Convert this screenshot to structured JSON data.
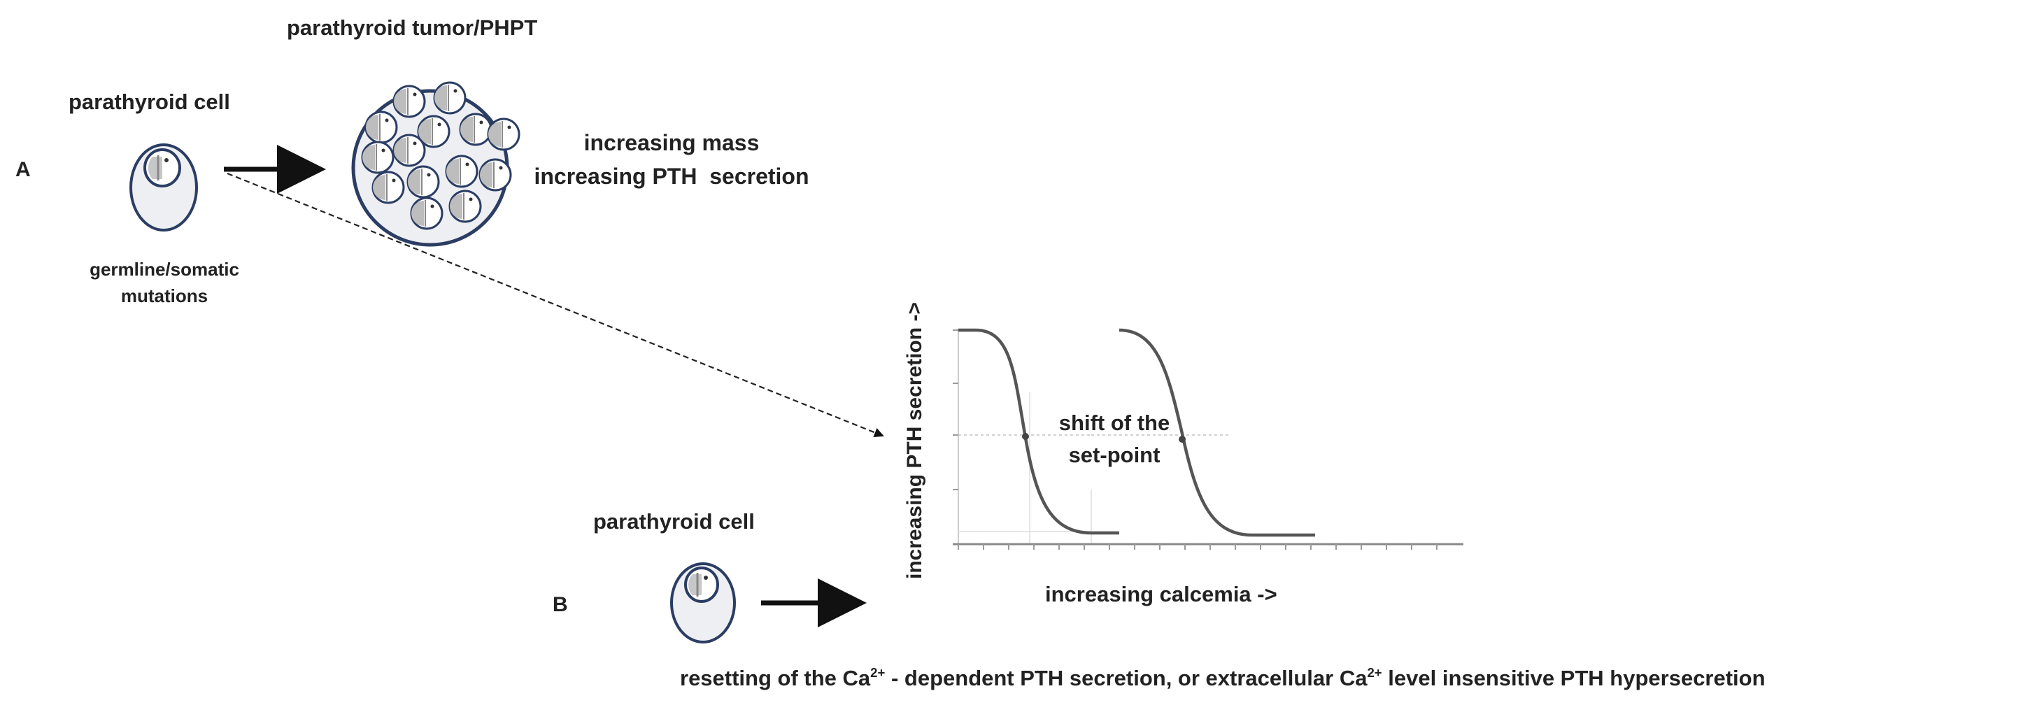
{
  "panel_a": {
    "letter": "A",
    "cell_label": "parathyroid cell",
    "mutation_label_line1": "germline/somatic",
    "mutation_label_line2": "mutations",
    "tumor_label": "parathyroid tumor/PHPT",
    "effect_line1": "increasing mass",
    "effect_line2": "increasing PTH  secretion"
  },
  "panel_b": {
    "letter": "B",
    "cell_label": "parathyroid cell",
    "caption_part1": "resetting of the Ca",
    "caption_sup1": "2+",
    "caption_part2": " - dependent PTH secretion, or extracellular Ca",
    "caption_sup2": "2+",
    "caption_part3": " level insensitive PTH hypersecretion"
  },
  "graph": {
    "y_axis_label": "increasing PTH secretion ->",
    "x_axis_label": "increasing calcemia ->",
    "annotation_line1": "shift of the",
    "annotation_line2": "set-point"
  },
  "colors": {
    "cell_outline": "#2b3d63",
    "cell_fill": "#eeeff3",
    "nucleus_fill": "#c9c9c9",
    "text": "#222222",
    "curve": "#555555",
    "axis": "#8a8a8a"
  }
}
